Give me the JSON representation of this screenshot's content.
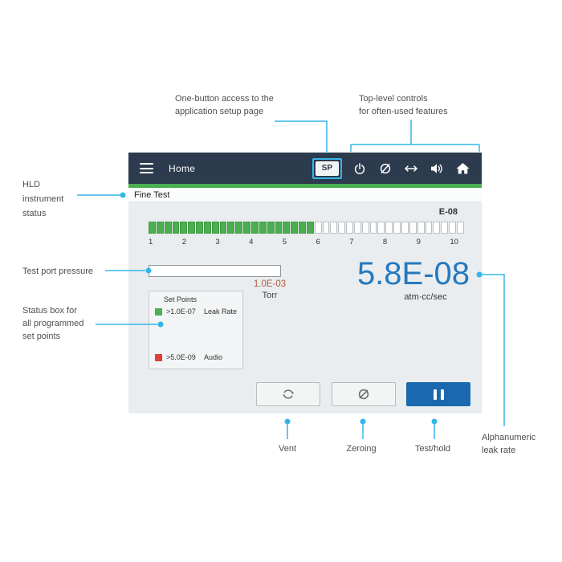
{
  "colors": {
    "annotation_accent": "#35b6e9",
    "header_bg": "#2c3b4d",
    "accent_green": "#4caf50",
    "reading_blue": "#2579bd",
    "button_blue": "#1a69ae",
    "pressure_value_color": "#b5593a"
  },
  "annotations": {
    "setup_access": {
      "line1": "One-button access to the",
      "line2": "application setup page"
    },
    "top_controls": {
      "line1": "Top-level controls",
      "line2": "for often-used features"
    },
    "hld_status": {
      "line1": "HLD",
      "line2": "instrument",
      "line3": "status"
    },
    "test_port_pressure": "Test port pressure",
    "status_box": {
      "line1": "Status box for",
      "line2": "all programmed",
      "line3": "set points"
    },
    "vent": "Vent",
    "zeroing": "Zeroing",
    "test_hold": "Test/hold",
    "leak_rate": {
      "line1": "Alphanumeric",
      "line2": "leak rate"
    }
  },
  "device": {
    "header": {
      "title": "Home",
      "sp_button_label": "SP"
    },
    "status_text": "Fine Test",
    "bargraph": {
      "exponent_label": "E-08",
      "segments_total": 40,
      "segments_filled": 21,
      "ticks": [
        "1",
        "2",
        "3",
        "4",
        "5",
        "6",
        "7",
        "8",
        "9",
        "10"
      ]
    },
    "pressure": {
      "value": "1.0E-03",
      "unit": "Torr"
    },
    "setpoints": {
      "title": "Set Points",
      "rows": [
        {
          "color": "#4caf50",
          "threshold": ">1.0E-07",
          "label": "Leak Rate"
        },
        {
          "color": "#e04038",
          "threshold": ">5.0E-09",
          "label": "Audio"
        }
      ]
    },
    "reading": {
      "value": "5.8E-08",
      "unit": "atm·cc/sec"
    }
  },
  "icons": {
    "header": [
      "menu-icon",
      "power-icon",
      "zero-icon",
      "transfer-arrows-icon",
      "volume-icon",
      "home-icon"
    ],
    "buttons": [
      "refresh-vent-icon",
      "zero-icon",
      "pause-icon"
    ]
  }
}
